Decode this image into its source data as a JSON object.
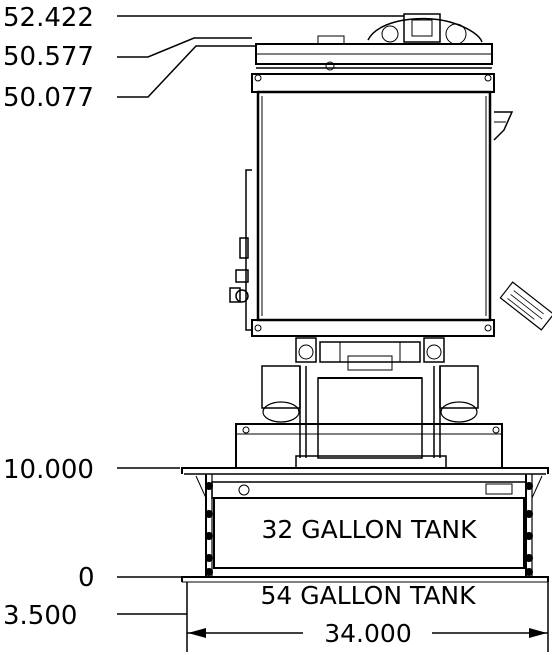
{
  "dimensions": {
    "elevation_top": "52.422",
    "elevation_mid": "50.577",
    "elevation_low": "50.077",
    "elevation_frame": "10.000",
    "elevation_zero": "0",
    "depth_bottom": "3.500",
    "width": "34.000"
  },
  "tanks": {
    "upper": "32 GALLON TANK",
    "lower": "54 GALLON TANK"
  }
}
